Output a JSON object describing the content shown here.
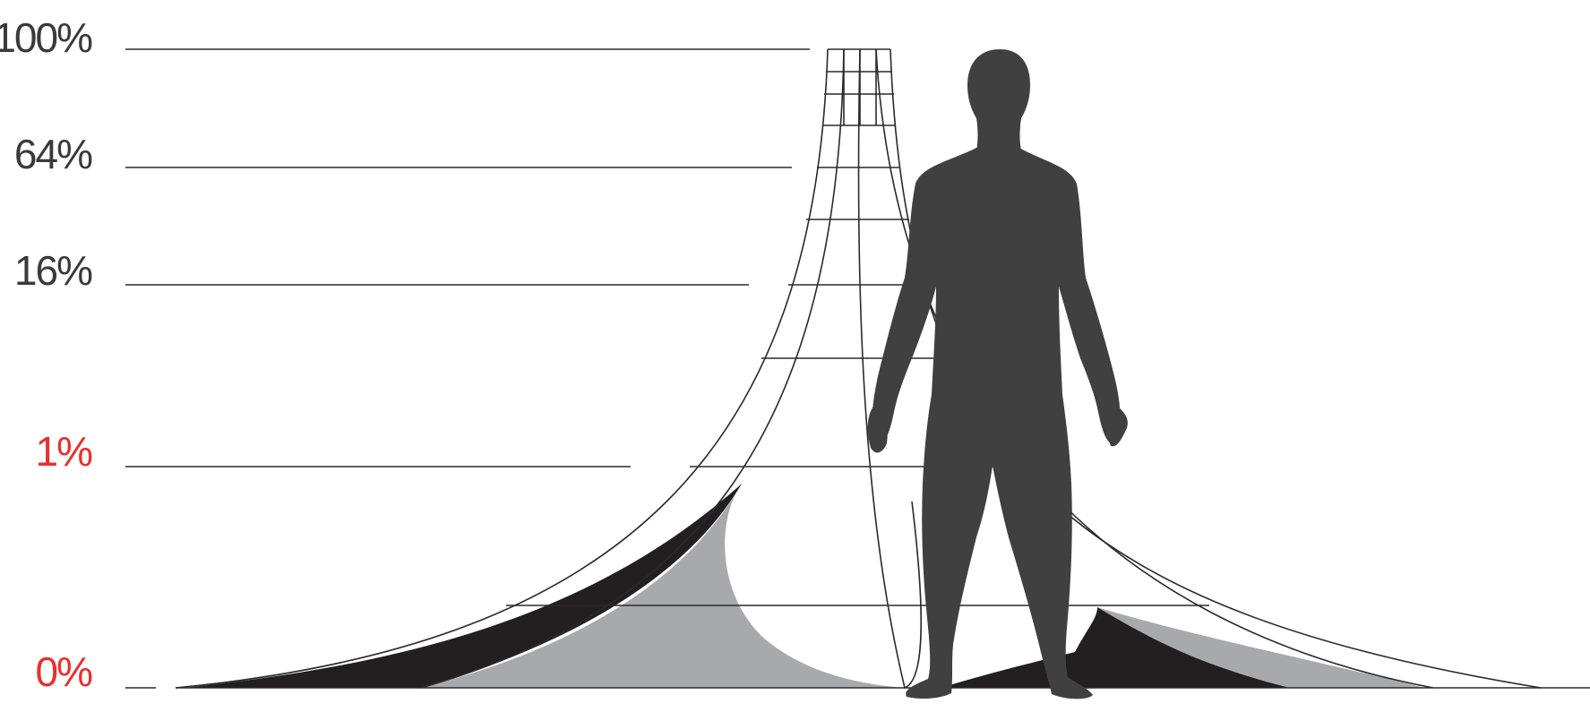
{
  "levels": [
    {
      "label": "100%",
      "color": "#3a3a3a"
    },
    {
      "label": "64%",
      "color": "#3a3a3a"
    },
    {
      "label": "16%",
      "color": "#3a3a3a"
    },
    {
      "label": "1%",
      "color": "#e8302e"
    },
    {
      "label": "0%",
      "color": "#e8302e"
    }
  ],
  "colors": {
    "line": "#2a2a2a",
    "dark_band": "#231f20",
    "grey_band": "#a7a9ac",
    "figure": "#404040"
  },
  "icons": {
    "figure": "human-silhouette-icon"
  }
}
